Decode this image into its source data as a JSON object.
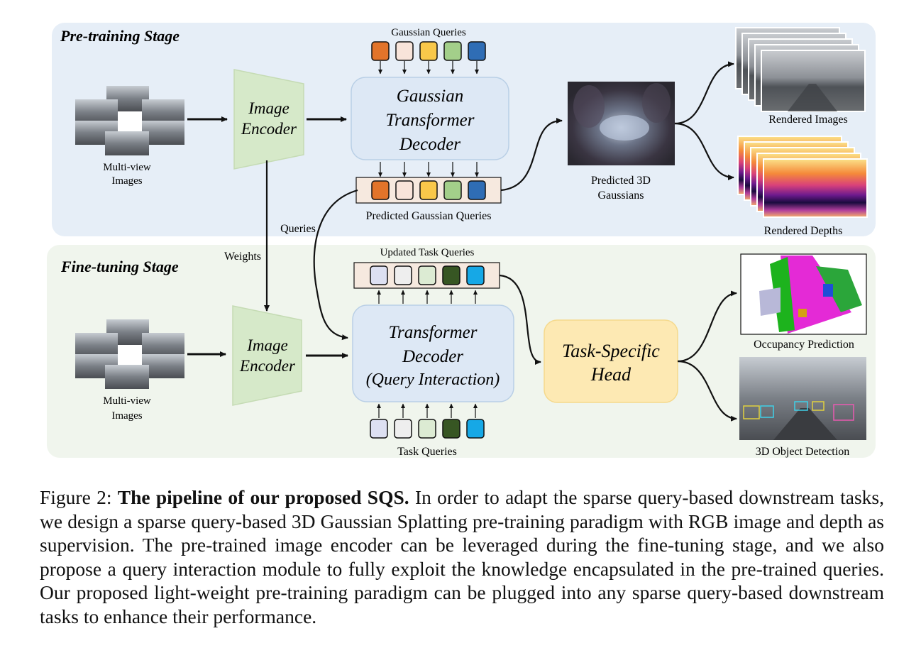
{
  "pretrain": {
    "stage_title": "Pre-training Stage",
    "multiview_label_1": "Multi-view",
    "multiview_label_2": "Images",
    "encoder_line1": "Image",
    "encoder_line2": "Encoder",
    "gaussian_queries_label": "Gaussian Queries",
    "decoder_line1": "Gaussian",
    "decoder_line2": "Transformer",
    "decoder_line3": "Decoder",
    "predicted_queries_label": "Predicted Gaussian Queries",
    "predicted_3d_line1": "Predicted 3D",
    "predicted_3d_line2": "Gaussians",
    "rendered_images_label": "Rendered Images",
    "rendered_depths_label": "Rendered Depths"
  },
  "finetune": {
    "stage_title": "Fine-tuning Stage",
    "multiview_label_1": "Multi-view",
    "multiview_label_2": "Images",
    "encoder_line1": "Image",
    "encoder_line2": "Encoder",
    "updated_queries_label": "Updated Task Queries",
    "decoder_line1": "Transformer",
    "decoder_line2": "Decoder",
    "decoder_line3": "(Query Interaction)",
    "task_queries_label": "Task Queries",
    "head_line1": "Task-Specific",
    "head_line2": "Head",
    "occupancy_label": "Occupancy Prediction",
    "detection_label": "3D Object Detection"
  },
  "connectors": {
    "weights_label": "Weights",
    "queries_label": "Queries"
  },
  "colors": {
    "gaussian_queries": [
      "#e2742a",
      "#f8e4da",
      "#f9c84a",
      "#a3cf8a",
      "#2f6db5"
    ],
    "task_queries": [
      "#dde0f2",
      "#eeeeee",
      "#dcebd3",
      "#375623",
      "#16a8e6"
    ],
    "pretrain_bg": "#e6eef7",
    "finetune_bg": "#f0f5ed",
    "encoder_fill": "#d6e9c9",
    "decoder_fill": "#dde8f5",
    "head_fill": "#fde9b3"
  },
  "caption": {
    "figure_label": "Figure 2: ",
    "title": "The pipeline of our proposed SQS.",
    "body": " In order to adapt the sparse query-based downstream tasks, we design a sparse query-based 3D Gaussian Splatting pre-training paradigm with RGB image and depth as supervision. The pre-trained image encoder can be leveraged during the fine-tuning stage, and we also propose a query interaction module to fully exploit the knowledge encapsulated in the pre-trained queries. Our proposed light-weight pre-training paradigm can be plugged into any sparse query-based downstream tasks to enhance their performance."
  }
}
